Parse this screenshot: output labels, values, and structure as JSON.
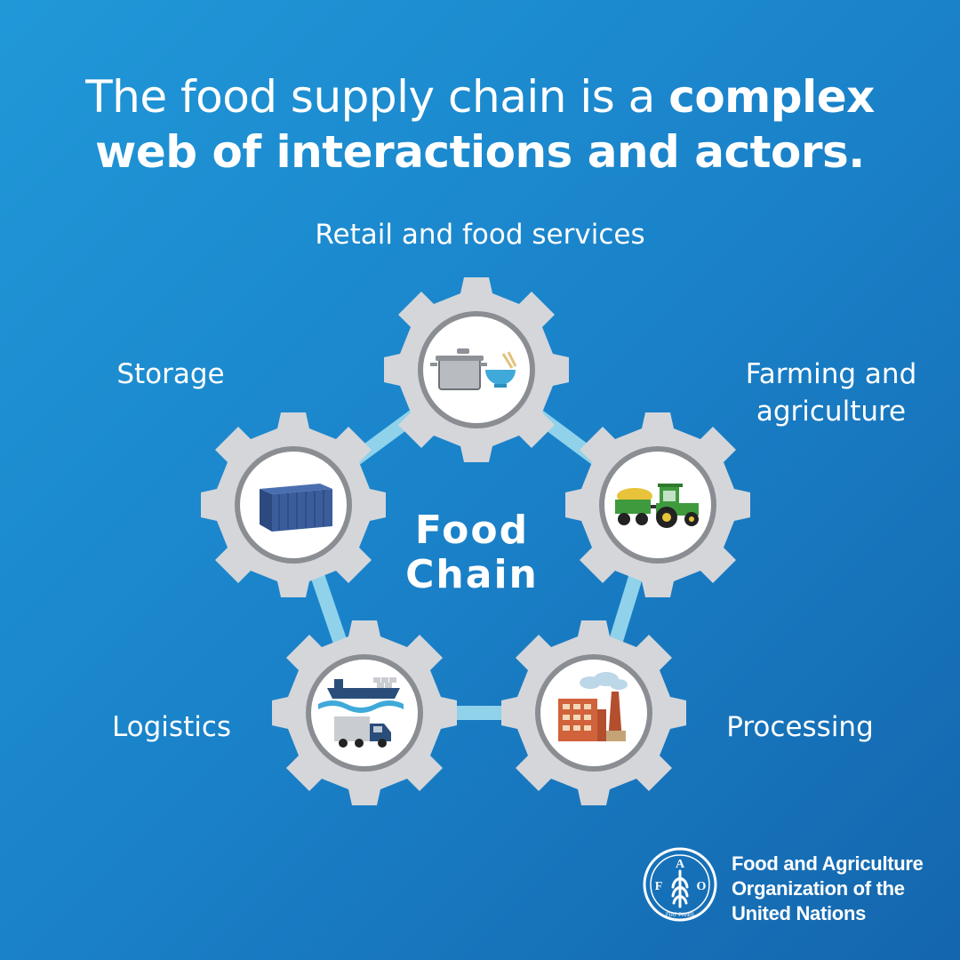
{
  "headline": {
    "part_regular_1": "The food supply chain is a ",
    "part_bold_1": "complex",
    "part_bold_2": "web of interactions and actors."
  },
  "center": {
    "line1": "Food",
    "line2": "Chain"
  },
  "stages": {
    "retail": {
      "label": "Retail and food services",
      "icon": "cooking-pot-and-bowl-icon"
    },
    "farming": {
      "label": "Farming and agriculture",
      "icon": "tractor-with-trailer-icon"
    },
    "processing": {
      "label": "Processing",
      "icon": "factory-icon"
    },
    "logistics": {
      "label": "Logistics",
      "icon": "ship-and-truck-icon"
    },
    "storage": {
      "label": "Storage",
      "icon": "shipping-container-icon"
    }
  },
  "org": {
    "line1": "Food and Agriculture",
    "line2": "Organization of the",
    "line3": "United Nations",
    "emblem_letters": [
      "F",
      "A",
      "O"
    ],
    "emblem_motto": "FIAT PANIS"
  },
  "colors": {
    "background_start": "#2098d8",
    "background_end": "#1466ad",
    "gear": "#d4d6da",
    "gear_shadow": "#a3a7ad",
    "ring": "#8fd2ea",
    "text": "#ffffff"
  }
}
